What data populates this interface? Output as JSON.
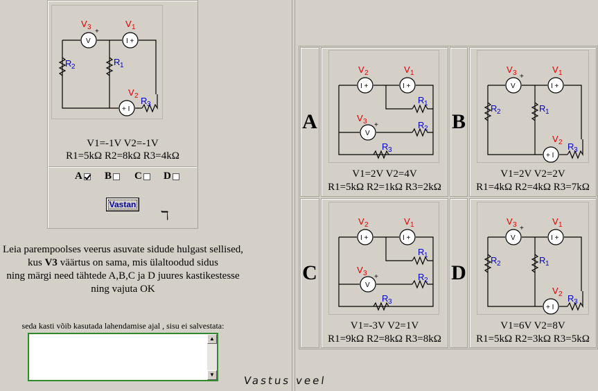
{
  "given": {
    "line1": "V1=-1V V2=-1V",
    "line2": "R1=5kΩ R2=8kΩ R3=4kΩ"
  },
  "choices": [
    {
      "letter": "A",
      "checked": true
    },
    {
      "letter": "B",
      "checked": false
    },
    {
      "letter": "C",
      "checked": false
    },
    {
      "letter": "D",
      "checked": false
    }
  ],
  "submit_label": "Vastan",
  "instruction": {
    "line1": "Leia parempoolses veerus asuvate sidude hulgast sellised,",
    "line2_pre": "kus ",
    "line2_bold": "V3",
    "line2_post": " väärtus on sama, mis ülaltoodud sidus",
    "line3": "ning märgi need tähtede A,B,C ja D juures kastikestesse",
    "line4": "ning vajuta OK"
  },
  "scratch": {
    "label": "seda kasti võib kasutada lahendamise ajal , sisu ei salvestata:",
    "value": ""
  },
  "footer_scribble": "Vastus veel",
  "options": [
    {
      "letter": "A",
      "line1": "V1=2V V2=4V",
      "line2": "R1=5kΩ R2=1kΩ R3=2kΩ"
    },
    {
      "letter": "B",
      "line1": "V1=2V V2=2V",
      "line2": "R1=4kΩ R2=4kΩ R3=7kΩ"
    },
    {
      "letter": "C",
      "line1": "V1=-3V V2=1V",
      "line2": "R1=9kΩ R2=8kΩ R3=8kΩ"
    },
    {
      "letter": "D",
      "line1": "V1=6V V2=8V",
      "line2": "R1=5kΩ R2=3kΩ R3=5kΩ"
    }
  ],
  "colors": {
    "voltage_label": "#e00000",
    "resistor_label": "#0000c8",
    "scratch_border": "#2f8a2f"
  },
  "icons": {
    "scroll_up": "scroll-up-arrow-icon",
    "scroll_down": "scroll-down-arrow-icon"
  }
}
